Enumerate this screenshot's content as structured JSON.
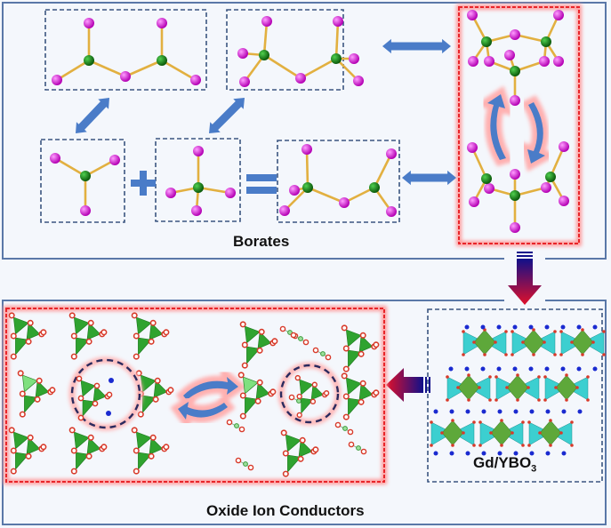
{
  "panels": {
    "borates": {
      "title": "Borates"
    },
    "conductors": {
      "title": "Oxide Ion Conductors"
    },
    "orthoborate": {
      "title_main": "Gd/YBO",
      "title_sub": "3"
    }
  },
  "colors": {
    "background": "#f4f7fc",
    "panel_border": "#4a6a9a",
    "dashed_border": "#3b5580",
    "highlight_border": "#e8252a",
    "arrow_blue": "#4a7cc8",
    "boron": "#157a15",
    "oxygen_pink": "#e020e0",
    "bond": "#e2b040",
    "tetra_green": "#2fa32f",
    "oxygen_red": "#d83a2a",
    "cyan_poly": "#3ccfd0",
    "cation_blue": "#1a2ad0"
  },
  "icons": [
    "double-arrow-icon",
    "plus-icon",
    "equals-icon",
    "cycle-arrows-icon",
    "gradient-arrow-down-icon",
    "gradient-arrow-left-icon"
  ]
}
